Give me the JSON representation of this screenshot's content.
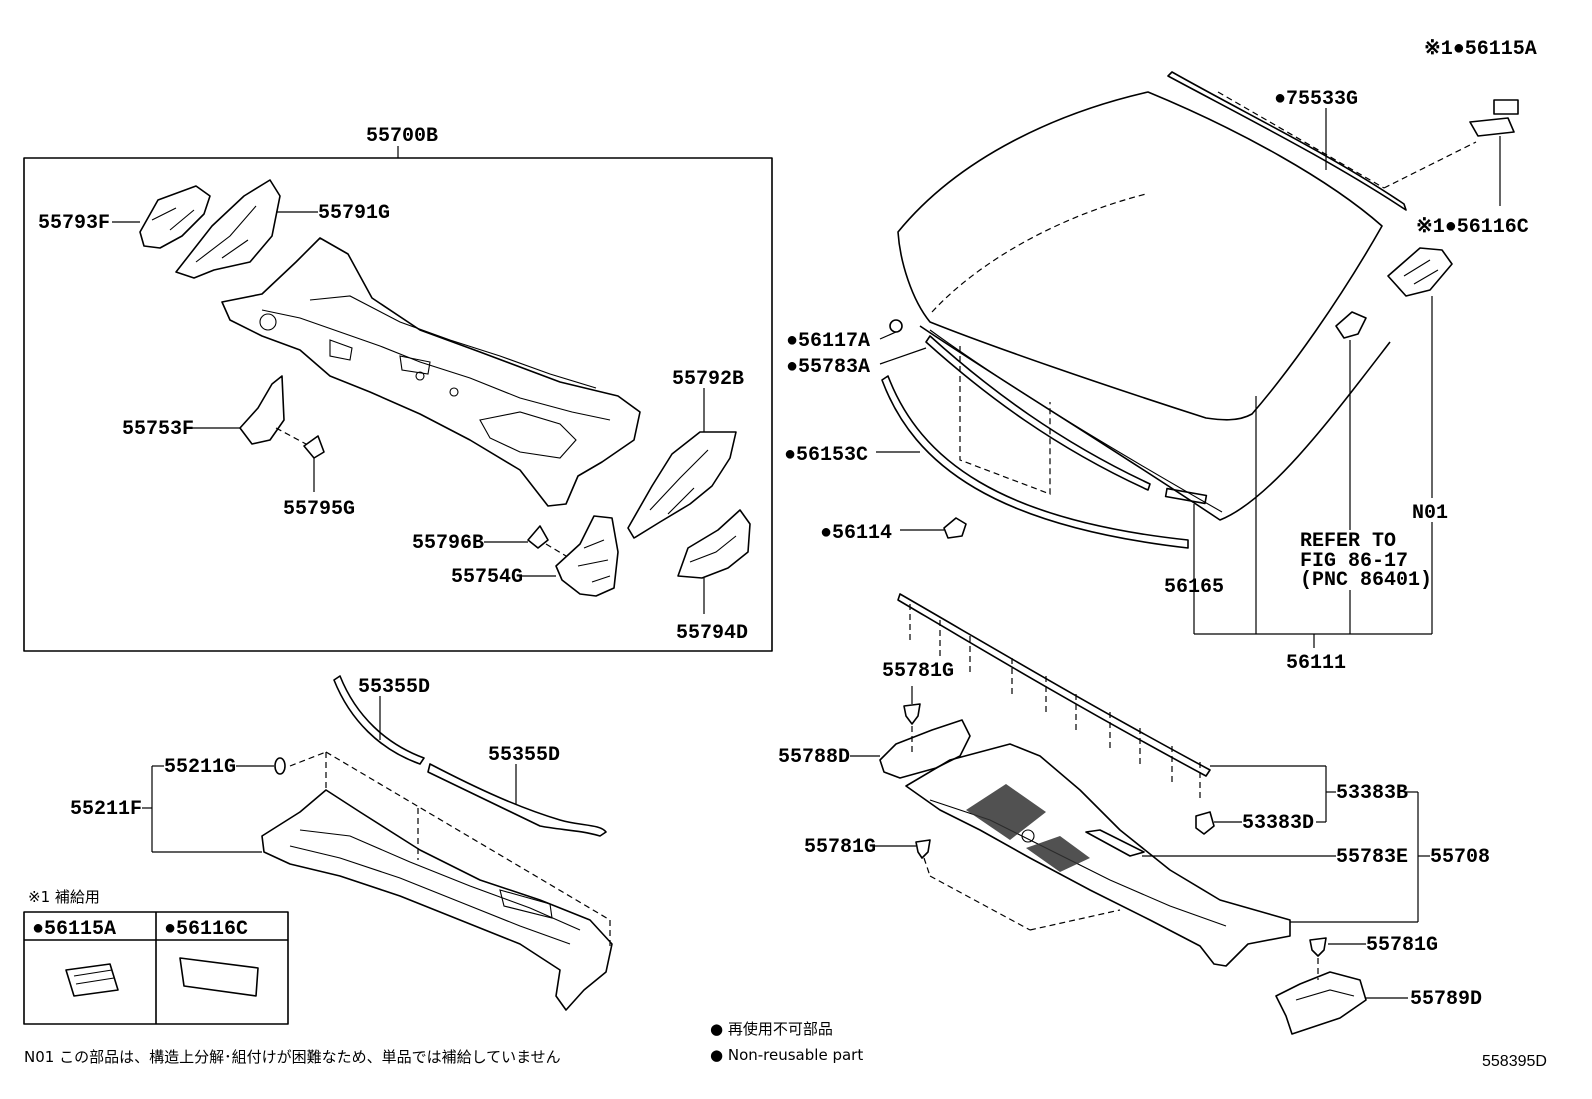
{
  "diagram_code": "558395D",
  "assembly_box_label": "55700B",
  "labels": {
    "l_55793F": "55793F",
    "l_55791G": "55791G",
    "l_55753F": "55753F",
    "l_55795G": "55795G",
    "l_55792B": "55792B",
    "l_55796B": "55796B",
    "l_55754G": "55754G",
    "l_55794D": "55794D",
    "l_56115A_top": "※1●56115A",
    "l_75533G": "●75533G",
    "l_56116C_top": "※1●56116C",
    "l_56117A": "●56117A",
    "l_55783A": "●55783A",
    "l_56153C": "●56153C",
    "l_56114": "●56114",
    "l_56165": "56165",
    "l_N01": "N01",
    "l_refer1": "REFER TO",
    "l_refer2": "FIG 86-17",
    "l_refer3": "(PNC 86401)",
    "l_56111": "56111",
    "l_55355D_a": "55355D",
    "l_55355D_b": "55355D",
    "l_55211G": "55211G",
    "l_55211F": "55211F",
    "l_55781G_a": "55781G",
    "l_55788D": "55788D",
    "l_55781G_b": "55781G",
    "l_53383B": "53383B",
    "l_53383D": "53383D",
    "l_55783E": "55783E",
    "l_55708": "55708",
    "l_55781G_c": "55781G",
    "l_55789D": "55789D"
  },
  "supply_box": {
    "title": "※1 補給用",
    "col1": "●56115A",
    "col2": "●56116C"
  },
  "legend": {
    "jp": "● 再使用不可部品",
    "en": "● Non-reusable part"
  },
  "footnote": "N01 この部品は、構造上分解･組付けが困難なため、単品では補給していません"
}
